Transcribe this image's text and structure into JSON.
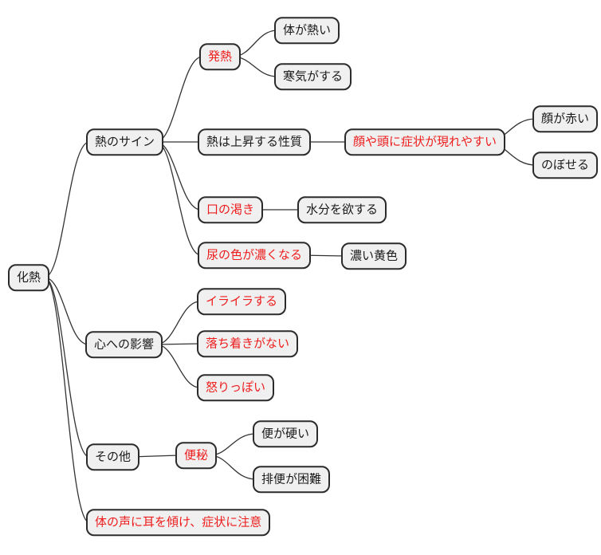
{
  "diagram": {
    "type": "mindmap",
    "background": "#ffffff"
  },
  "colors": {
    "node_fill": "#f0f0f0",
    "node_border": "#2b2b2b",
    "connector": "#333333",
    "text_default": "#1a1a1a",
    "text_emphasis_red": "#ee1c1c"
  },
  "tree": {
    "label": "化熱",
    "color": "black",
    "children": [
      {
        "label": "熱のサイン",
        "color": "black",
        "children": [
          {
            "label": "発熱",
            "color": "red",
            "children": [
              {
                "label": "体が熱い",
                "color": "black"
              },
              {
                "label": "寒気がする",
                "color": "black"
              }
            ]
          },
          {
            "label": "熱は上昇する性質",
            "color": "black",
            "children": [
              {
                "label": "顔や頭に症状が現れやすい",
                "color": "red",
                "children": [
                  {
                    "label": "顔が赤い",
                    "color": "black"
                  },
                  {
                    "label": "のぼせる",
                    "color": "black"
                  }
                ]
              }
            ]
          },
          {
            "label": "口の渇き",
            "color": "red",
            "children": [
              {
                "label": "水分を欲する",
                "color": "black"
              }
            ]
          },
          {
            "label": "尿の色が濃くなる",
            "color": "red",
            "children": [
              {
                "label": "濃い黄色",
                "color": "black"
              }
            ]
          }
        ]
      },
      {
        "label": "心への影響",
        "color": "black",
        "children": [
          {
            "label": "イライラする",
            "color": "red"
          },
          {
            "label": "落ち着きがない",
            "color": "red"
          },
          {
            "label": "怒りっぽい",
            "color": "red"
          }
        ]
      },
      {
        "label": "その他",
        "color": "black",
        "children": [
          {
            "label": "便秘",
            "color": "red",
            "children": [
              {
                "label": "便が硬い",
                "color": "black"
              },
              {
                "label": "排便が困難",
                "color": "black"
              }
            ]
          }
        ]
      },
      {
        "label": "体の声に耳を傾け、症状に注意",
        "color": "red"
      }
    ]
  }
}
